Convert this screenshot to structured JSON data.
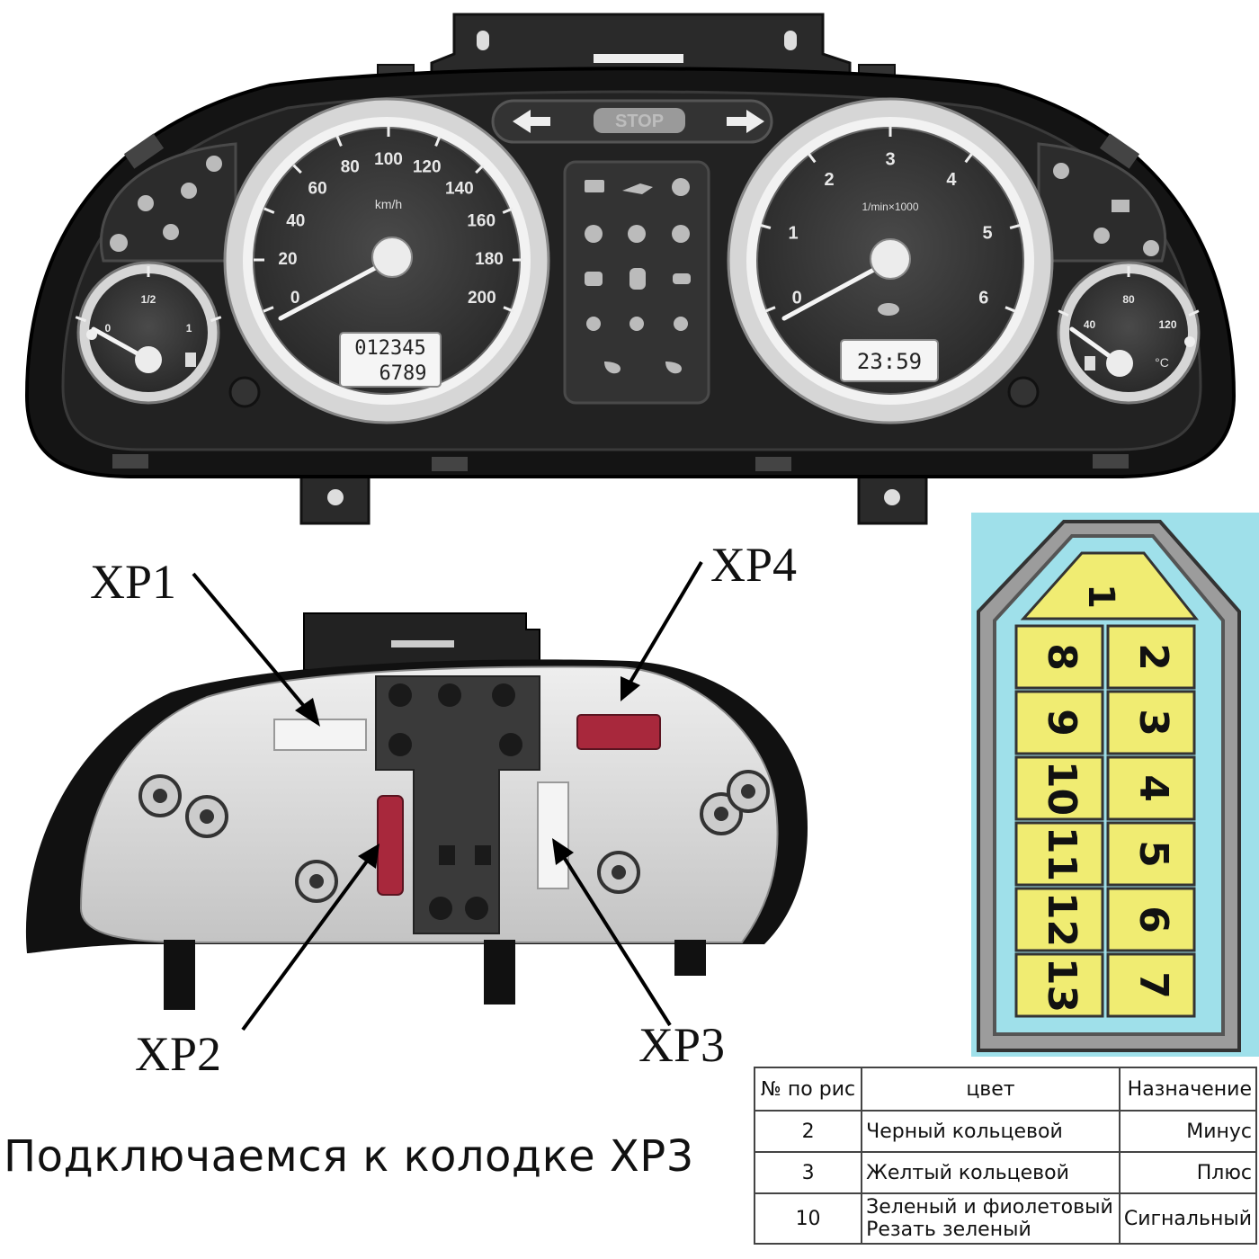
{
  "dashboard": {
    "stop_label": "STOP",
    "speedometer": {
      "unit": "km/h",
      "ticks": [
        "0",
        "20",
        "40",
        "60",
        "80",
        "100",
        "120",
        "140",
        "160",
        "180",
        "200"
      ],
      "odometer": "012345",
      "trip": "6789"
    },
    "tachometer": {
      "unit": "1/min×1000",
      "ticks": [
        "0",
        "1",
        "2",
        "3",
        "4",
        "5",
        "6"
      ],
      "clock": "23:59"
    },
    "fuel_gauge": {
      "ticks": [
        "0",
        "1/2",
        "1"
      ]
    },
    "temp_gauge": {
      "ticks": [
        "40",
        "80",
        "120"
      ],
      "unit": "°C"
    }
  },
  "connectors": {
    "xp1": "XP1",
    "xp2": "XP2",
    "xp3": "XP3",
    "xp4": "XP4"
  },
  "pinout": {
    "top_pin": "1",
    "left_pins": [
      "8",
      "9",
      "10",
      "11",
      "12",
      "13"
    ],
    "right_pins": [
      "2",
      "3",
      "4",
      "5",
      "6",
      "7"
    ]
  },
  "caption": "Подключаемся к колодке XP3",
  "wiring_table": {
    "headers": {
      "num": "№ по рис",
      "color": "цвет",
      "purpose": "Назначение"
    },
    "rows": [
      {
        "num": "2",
        "color": "Черный кольцевой",
        "purpose": "Минус"
      },
      {
        "num": "3",
        "color": "Желтый кольцевой",
        "purpose": "Плюс"
      },
      {
        "num": "10",
        "color": "Зеленый и фиолетовый",
        "color2": "Резать зеленый",
        "purpose": "Сигнальный"
      }
    ]
  },
  "colors": {
    "panel": "#1e1e1e",
    "dial_face": "#3c3c3c",
    "chrome": "#e6e6e6",
    "housing": "#d8d8d8",
    "connector_red": "#a8283c",
    "pin_yellow": "#f0ec72",
    "pin_bg": "#9fe0ea"
  }
}
